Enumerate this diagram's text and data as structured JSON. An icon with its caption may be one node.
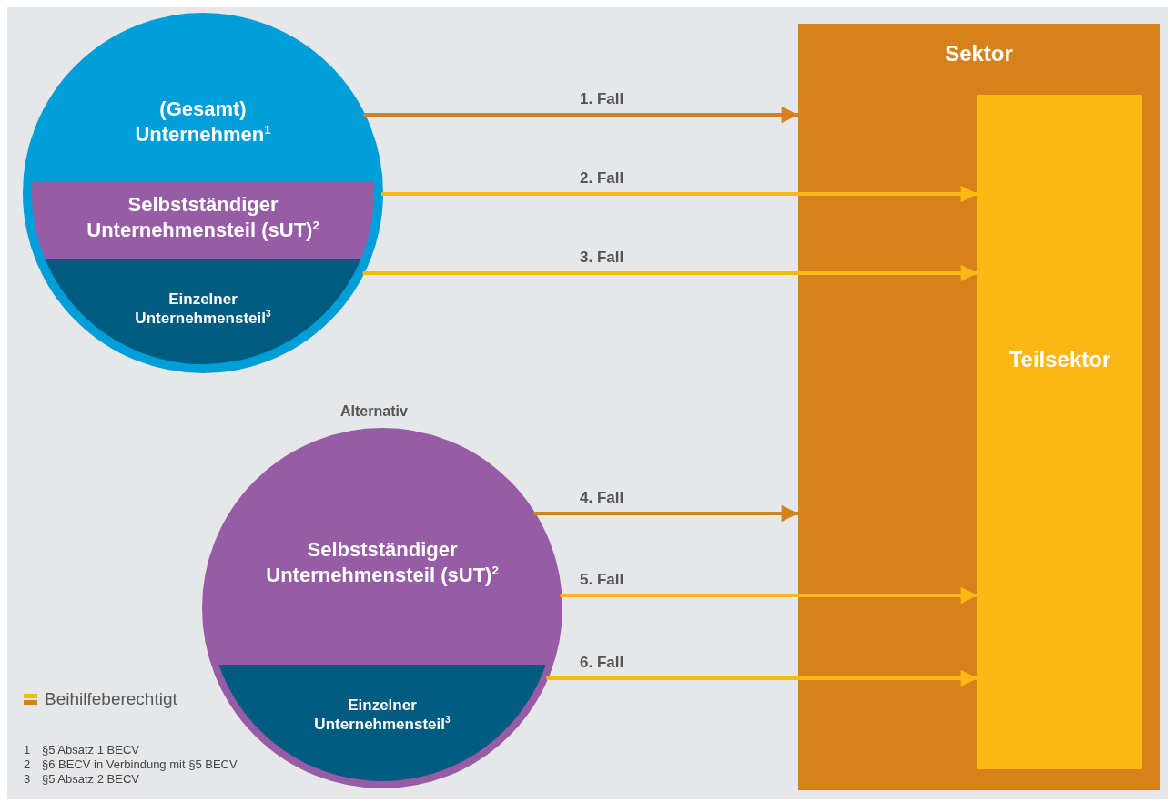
{
  "diagram": {
    "nodes": [
      {
        "text": [
          "(Gesamt) Unternehmen$^{1}$"
        ]
      },
      {
        "text": [
          "Selbstständiger Unternehmensteil (sUT)$^{2}$"
        ],
        "in": 0
      },
      {
        "text": [
          "Einzelner Unternehmensteil$^{3}$"
        ],
        "in": 0
      },
      {
        "text": [
          "Selbstständiger Unternehmensteil (sUT)$^{2}$"
        ],
        "beside": [
          "Alternativ"
        ]
      },
      {
        "text": [
          "Einzelner Unternehmensteil$^{3}$"
        ],
        "in": 3
      },
      {
        "text": [
          "Sektor"
        ]
      },
      {
        "text": [
          "Teilsektor"
        ],
        "in": 5
      }
    ],
    "edges": [
      {
        "from": 0,
        "to": 5,
        "arrow": "to",
        "label": "1. Fall",
        "color": "#d6811b"
      },
      {
        "from": 1,
        "to": 6,
        "arrow": "to",
        "label": "2. Fall"
      },
      {
        "from": 2,
        "to": 6,
        "arrow": "to",
        "label": "3. Fall"
      },
      {
        "from": 3,
        "to": 5,
        "arrow": "to",
        "label": "4. Fall",
        "color": "#d6811b"
      },
      {
        "from": 3,
        "to": 6,
        "arrow": "to",
        "label": "5. Fall"
      },
      {
        "from": 4,
        "to": 6,
        "arrow": "to",
        "label": "6. Fall"
      }
    ],
    "labels": [
      "1",
      "§5 Absatz 1 BECV",
      "2",
      "§6 BECV in Verbindung mit §5 BECV",
      "3",
      "§5 Absatz 2 BECV"
    ],
    "legend": [
      {
        "text": "Beihilfeberechtigt"
      }
    ]
  }
}
